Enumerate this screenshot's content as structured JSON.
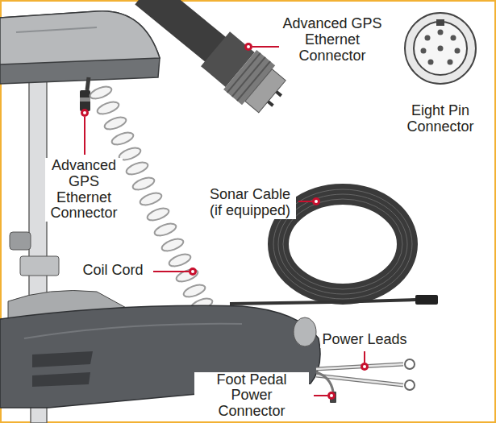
{
  "diagram": {
    "labels": [
      "Advanced GPS Ethernet Connector",
      "Eight Pin Connector",
      "Advanced GPS Ethernet Connector",
      "Sonar Cable (if equipped)",
      "Coil Cord",
      "Power Leads",
      "Foot Pedal Power Connector"
    ]
  }
}
